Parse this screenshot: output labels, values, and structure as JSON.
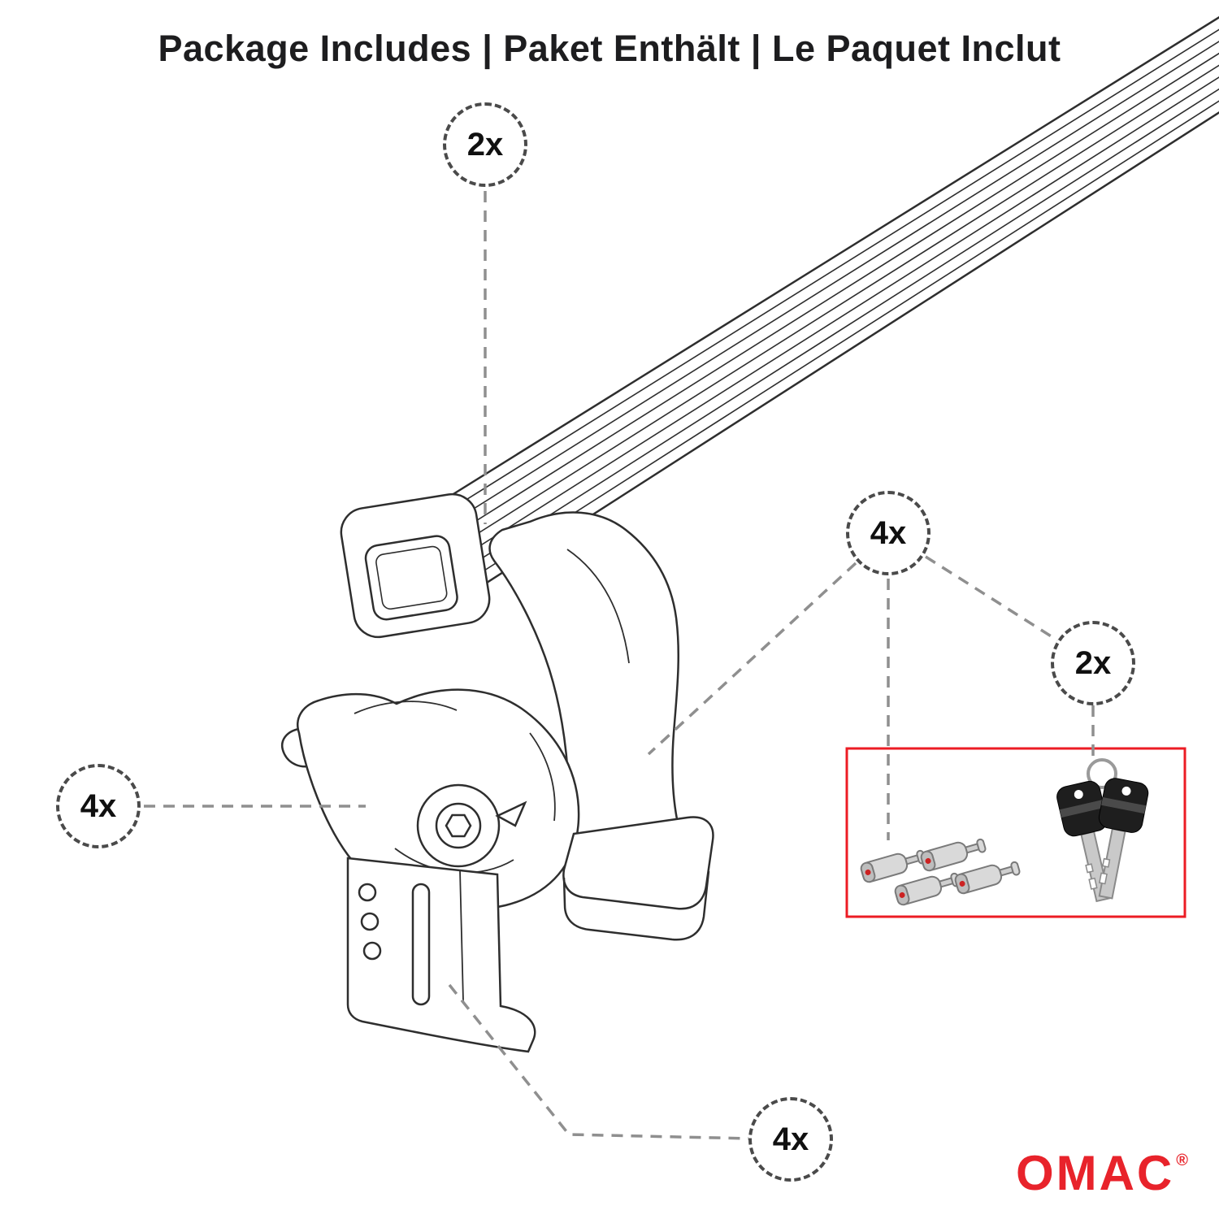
{
  "title": "Package Includes | Paket Enthält | Le Paquet Inclut",
  "callouts": {
    "crossbar": "2x",
    "foot": "4x",
    "locks": "4x",
    "keys": "2x",
    "clamp": "4x"
  },
  "brand": {
    "name": "OMAC",
    "trademark": "®"
  },
  "colors": {
    "accent_red": "#e8232b",
    "line": "#2e2e2e",
    "leader_gray": "#8f8f8f"
  }
}
